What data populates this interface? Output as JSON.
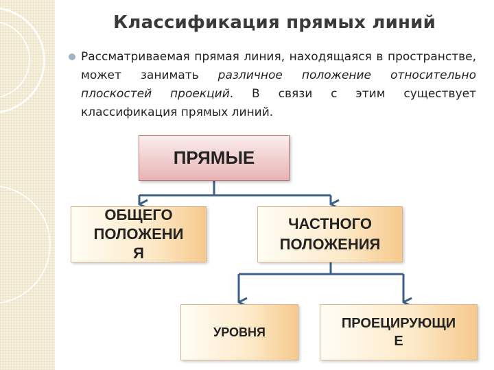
{
  "title": "Классификация прямых линий",
  "bullet": {
    "part1": "Рассматриваемая прямая линия, находящаяся в пространстве, может занимать ",
    "italic": "различное положение относительно плоскостей проекций",
    "part2": ". В связи с этим существует классификация прямых линий."
  },
  "diagram": {
    "root": "ПРЯМЫЕ",
    "general": [
      "ОБЩЕГО",
      "ПОЛОЖЕНИ",
      "Я"
    ],
    "particular": [
      "ЧАСТНОГО",
      "ПОЛОЖЕНИЯ"
    ],
    "level": "УРОВНЯ",
    "projecting": [
      "ПРОЕЦИРУЮЩИ",
      "Е"
    ]
  },
  "colors": {
    "connector": "#3c5f87",
    "root_fill": "#e8b3b3",
    "box_fill": "#f6c98d"
  }
}
